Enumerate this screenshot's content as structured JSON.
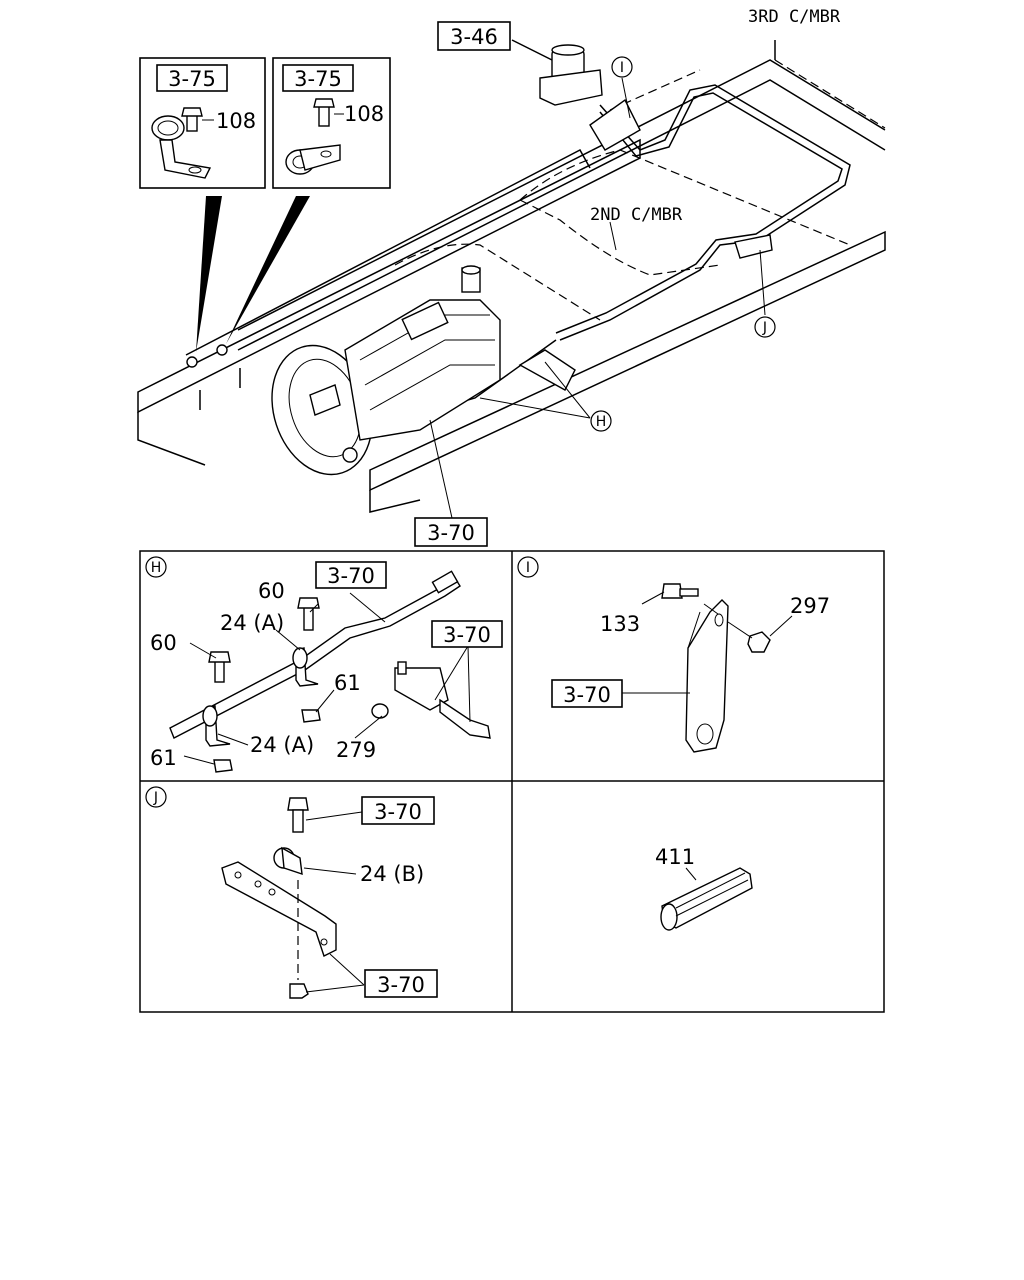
{
  "labels": {
    "crossmember_3rd": "3RD C/MBR",
    "crossmember_2nd": "2ND C/MBR",
    "ref_3_46": "3-46",
    "ref_3_75_left": "3-75",
    "ref_3_75_right": "3-75",
    "ref_3_70_main": "3-70",
    "bolt_108_left": "108",
    "bolt_108_right": "108",
    "callout_h": "H",
    "callout_i": "I",
    "callout_j": "J"
  },
  "detail_h": {
    "tag": "H",
    "ref_pipe": "3-70",
    "ref_bracket": "3-70",
    "part_60_top": "60",
    "part_60_left": "60",
    "part_24a_top": "24 (A)",
    "part_24a_bottom": "24 (A)",
    "part_61_right": "61",
    "part_61_bottom": "61",
    "part_279": "279"
  },
  "detail_i": {
    "tag": "I",
    "part_133": "133",
    "part_297": "297",
    "ref_bracket": "3-70"
  },
  "detail_j": {
    "tag": "J",
    "ref_bolt": "3-70",
    "ref_bracket": "3-70",
    "part_24b": "24 (B)"
  },
  "detail_411": {
    "part_411": "411"
  }
}
